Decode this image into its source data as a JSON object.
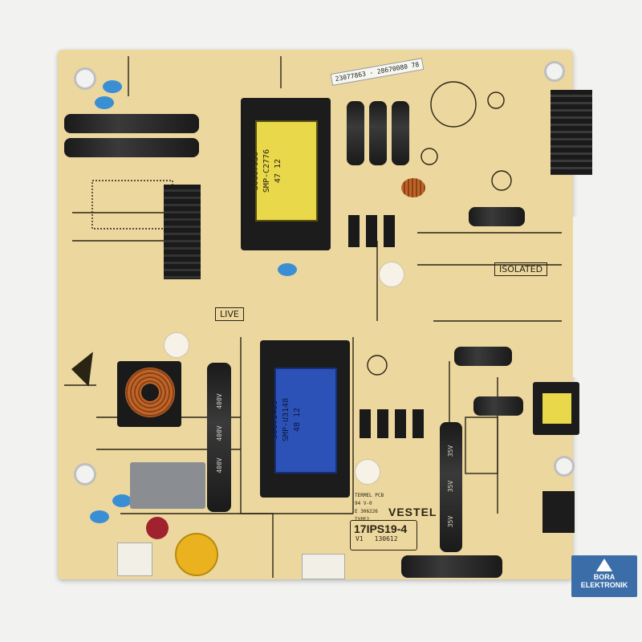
{
  "board": {
    "labels": {
      "live": "LIVE",
      "isolated": "ISOLATED",
      "brand": "VESTEL",
      "model": "17IPS19-4",
      "version": "V1",
      "date": "130612",
      "pcb_text": "TERMEL PCB",
      "pcb_grade": "94 V-0",
      "pcb_code": "E 306226",
      "pcb_type": "TYPE2"
    },
    "transformer_top": {
      "line1": "30067936",
      "line2": "SMP-C2776",
      "line3": "47 12"
    },
    "transformer_bottom": {
      "line1": "30071403",
      "line2": "SMP-U3148",
      "line3": "48 12"
    },
    "barcode_sticker": "23077863 - 28670080 78",
    "cap_voltage_marks": [
      "400V",
      "400V",
      "400V"
    ],
    "cap_35v_marks": [
      "35V",
      "35V",
      "35V"
    ]
  },
  "watermark": {
    "line1": "BORA",
    "line2": "ELEKTRONIK"
  },
  "colors": {
    "pcb": "#ecd79e",
    "silk": "#2a2414",
    "transformer_core": "#1c1c1c",
    "coil_yellow": "#e9d84a",
    "coil_blue": "#2c52b8",
    "logo_bg": "#3b6ea8"
  }
}
